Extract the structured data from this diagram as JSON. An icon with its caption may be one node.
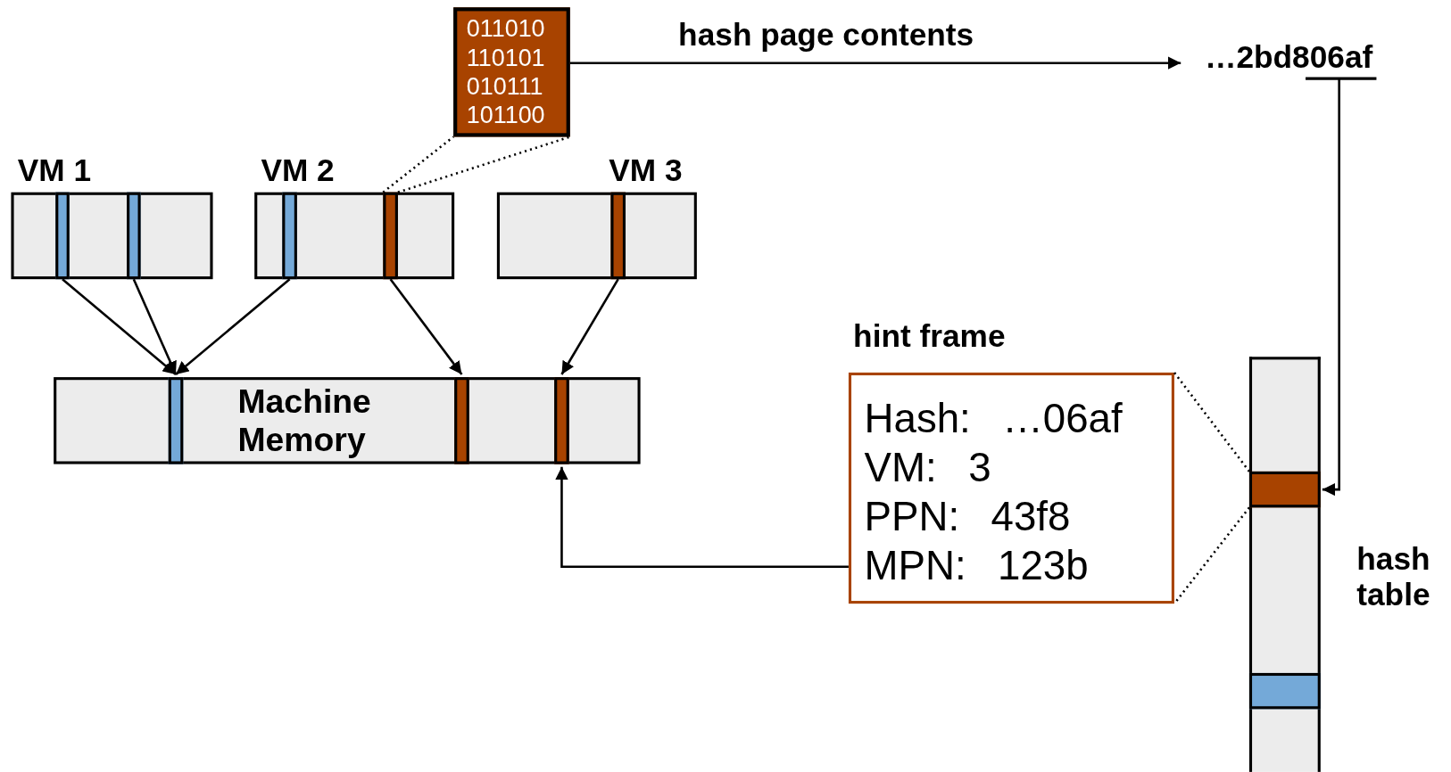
{
  "diagram": {
    "nodes": [
      {
        "text": [
          "VM 1"
        ]
      },
      {
        "text": [],
        "shape": "bar",
        "in": 0
      },
      {
        "text": [],
        "shape": "bar",
        "in": 0
      },
      {
        "text": [
          "VM 2"
        ]
      },
      {
        "text": [],
        "shape": "bar",
        "in": 3
      },
      {
        "text": [],
        "shape": "bar",
        "in": 3
      },
      {
        "text": [
          "VM 3"
        ]
      },
      {
        "text": [],
        "shape": "bar",
        "in": 6
      },
      {
        "text": [
          "Machine Memory"
        ]
      },
      {
        "text": [],
        "shape": "bar",
        "in": 8
      },
      {
        "text": [],
        "shape": "bar",
        "in": 8
      },
      {
        "text": [],
        "shape": "bar",
        "in": 8
      },
      {
        "text": [
          "011010 110101 010111 101100"
        ]
      },
      {
        "text": [
          "…2bd806af"
        ]
      },
      {
        "text": [
          "hint frame",
          "Hash: …06af",
          "VM: 3",
          "PPN: 43f8",
          "MPN: 123b"
        ]
      },
      {
        "text": [
          "hash table"
        ]
      },
      {
        "text": [],
        "shape": "bar",
        "in": 15
      },
      {
        "text": [],
        "shape": "bar",
        "in": 15
      }
    ],
    "edges": [
      {
        "from": 1,
        "to": 9,
        "arrow": "to"
      },
      {
        "from": 2,
        "to": 9,
        "arrow": "to"
      },
      {
        "from": 4,
        "to": 9,
        "arrow": "to"
      },
      {
        "from": 5,
        "to": 10,
        "arrow": "to"
      },
      {
        "from": 7,
        "to": 11,
        "arrow": "to"
      },
      {
        "from": 5,
        "to": 12,
        "arrow": "none",
        "style": "dashed"
      },
      {
        "from": 12,
        "to": 13,
        "arrow": "to",
        "label": "hash page contents"
      },
      {
        "from": 13,
        "to": 16,
        "arrow": "to"
      },
      {
        "from": 16,
        "to": 14,
        "arrow": "none",
        "style": "dashed"
      },
      {
        "from": 14,
        "to": 11,
        "arrow": "to"
      }
    ]
  }
}
